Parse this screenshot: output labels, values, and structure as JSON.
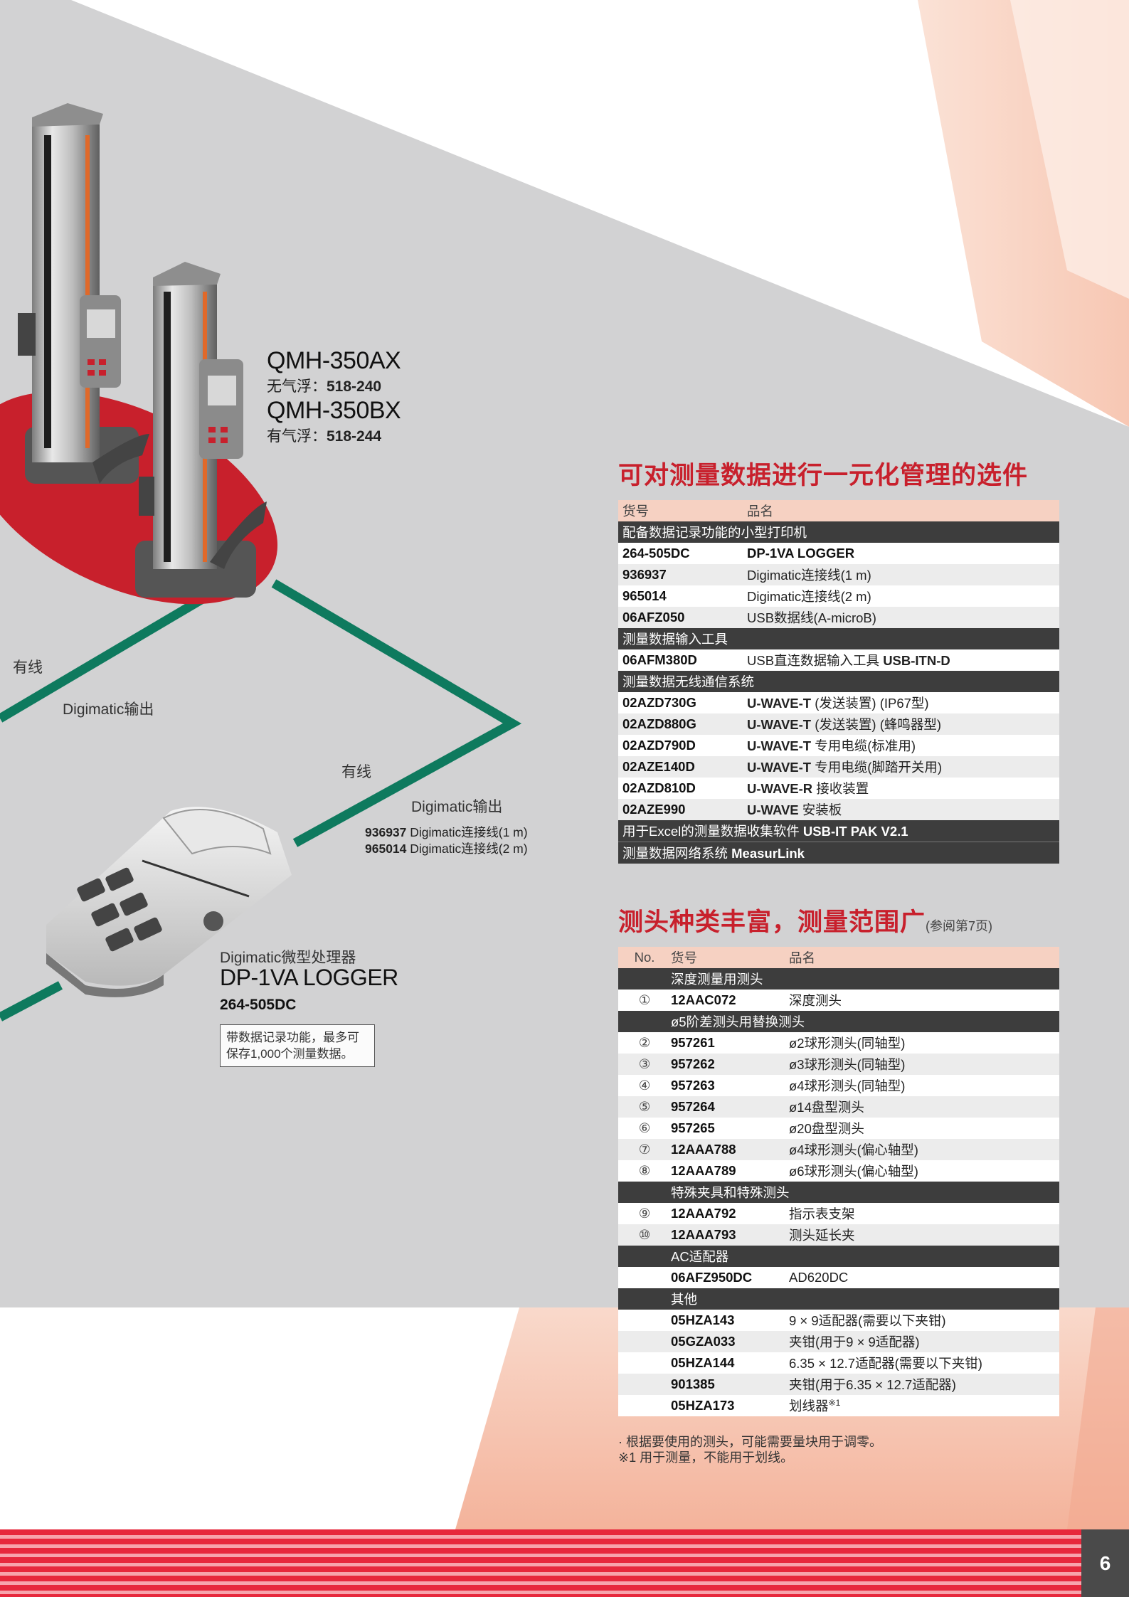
{
  "products": {
    "qmh350ax_model": "QMH-350AX",
    "qmh350ax_sub_label": "无气浮：",
    "qmh350ax_code": "518-240",
    "qmh350bx_model": "QMH-350BX",
    "qmh350bx_sub_label": "有气浮：",
    "qmh350bx_code": "518-244"
  },
  "diagram": {
    "wired_1": "有线",
    "digimatic_out_1": "Digimatic输出",
    "wired_2": "有线",
    "digimatic_out_2": "Digimatic输出",
    "cable_1_code": "936937",
    "cable_1_name": "Digimatic连接线(1 m)",
    "cable_2_code": "965014",
    "cable_2_name": "Digimatic连接线(2 m)",
    "printer_caption": "Digimatic微型处理器",
    "printer_model": "DP-1VA LOGGER",
    "printer_code": "264-505DC",
    "printer_note_line1": "带数据记录功能，最多可",
    "printer_note_line2": "保存1,000个测量数据。"
  },
  "options_section": {
    "title": "可对测量数据进行一元化管理的选件",
    "header": {
      "code": "货号",
      "name": "品名"
    },
    "cat_printer": "配备数据记录功能的小型打印机",
    "rows_printer": [
      {
        "code": "264-505DC",
        "name": "DP-1VA LOGGER"
      },
      {
        "code": "936937",
        "name": "Digimatic连接线(1 m)"
      },
      {
        "code": "965014",
        "name": "Digimatic连接线(2 m)"
      },
      {
        "code": "06AFZ050",
        "name": "USB数据线(A-microB)"
      }
    ],
    "cat_input": "测量数据输入工具",
    "input_row": {
      "code": "06AFM380D",
      "name_prefix": "USB直连数据输入工具 ",
      "name_bold": "USB-ITN-D"
    },
    "cat_wireless": "测量数据无线通信系统",
    "rows_wireless": [
      {
        "code": "02AZD730G",
        "bold": "U-WAVE-T",
        "rest": " (发送装置) (IP67型)"
      },
      {
        "code": "02AZD880G",
        "bold": "U-WAVE-T",
        "rest": " (发送装置) (蜂鸣器型)"
      },
      {
        "code": "02AZD790D",
        "bold": "U-WAVE-T",
        "rest": " 专用电缆(标准用)"
      },
      {
        "code": "02AZE140D",
        "bold": "U-WAVE-T",
        "rest": " 专用电缆(脚踏开关用)"
      },
      {
        "code": "02AZD810D",
        "bold": "U-WAVE-R",
        "rest": " 接收装置"
      },
      {
        "code": "02AZE990",
        "bold": "U-WAVE",
        "rest": " 安装板"
      }
    ],
    "cat_excel_prefix": "用于Excel的测量数据收集软件 ",
    "cat_excel_bold": "USB-IT PAK V2.1",
    "cat_network_prefix": "测量数据网络系统 ",
    "cat_network_bold": "MeasurLink"
  },
  "probes_section": {
    "title": "测头种类丰富，测量范围广",
    "title_ref": "(参阅第7页)",
    "header": {
      "no": "No.",
      "code": "货号",
      "name": "品名"
    },
    "cat_depth": "深度测量用测头",
    "rows_depth": [
      {
        "no": "①",
        "code": "12AAC072",
        "name": "深度测头"
      }
    ],
    "cat_step": "ø5阶差测头用替换测头",
    "rows_step": [
      {
        "no": "②",
        "code": "957261",
        "name": "ø2球形测头(同轴型)"
      },
      {
        "no": "③",
        "code": "957262",
        "name": "ø3球形测头(同轴型)"
      },
      {
        "no": "④",
        "code": "957263",
        "name": "ø4球形测头(同轴型)"
      },
      {
        "no": "⑤",
        "code": "957264",
        "name": "ø14盘型测头"
      },
      {
        "no": "⑥",
        "code": "957265",
        "name": "ø20盘型测头"
      },
      {
        "no": "⑦",
        "code": "12AAA788",
        "name": "ø4球形测头(偏心轴型)"
      },
      {
        "no": "⑧",
        "code": "12AAA789",
        "name": "ø6球形测头(偏心轴型)"
      }
    ],
    "cat_special": "特殊夹具和特殊测头",
    "rows_special": [
      {
        "no": "⑨",
        "code": "12AAA792",
        "name": "指示表支架"
      },
      {
        "no": "⑩",
        "code": "12AAA793",
        "name": "测头延长夹"
      }
    ],
    "cat_ac": "AC适配器",
    "rows_ac": [
      {
        "no": "",
        "code": "06AFZ950DC",
        "name": "AD620DC"
      }
    ],
    "cat_other": "其他",
    "rows_other": [
      {
        "no": "",
        "code": "05HZA143",
        "name": "9 × 9适配器(需要以下夹钳)"
      },
      {
        "no": "",
        "code": "05GZA033",
        "name": "夹钳(用于9 × 9适配器)"
      },
      {
        "no": "",
        "code": "05HZA144",
        "name": "6.35 × 12.7适配器(需要以下夹钳)"
      },
      {
        "no": "",
        "code": "901385",
        "name": "夹钳(用于6.35 × 12.7适配器)"
      }
    ],
    "last_row": {
      "no": "",
      "code": "05HZA173",
      "name": "划线器",
      "sup": "※1"
    }
  },
  "footnotes": {
    "line1": "· 根据要使用的测头，可能需要量块用于调零。",
    "line2": "※1  用于测量，不能用于划线。"
  },
  "page_number": "6",
  "colors": {
    "accent_red": "#c8202c",
    "cable_green": "#0e7a5e",
    "header_peach": "#f6d1c2",
    "category_dark": "#3d3d3d"
  }
}
